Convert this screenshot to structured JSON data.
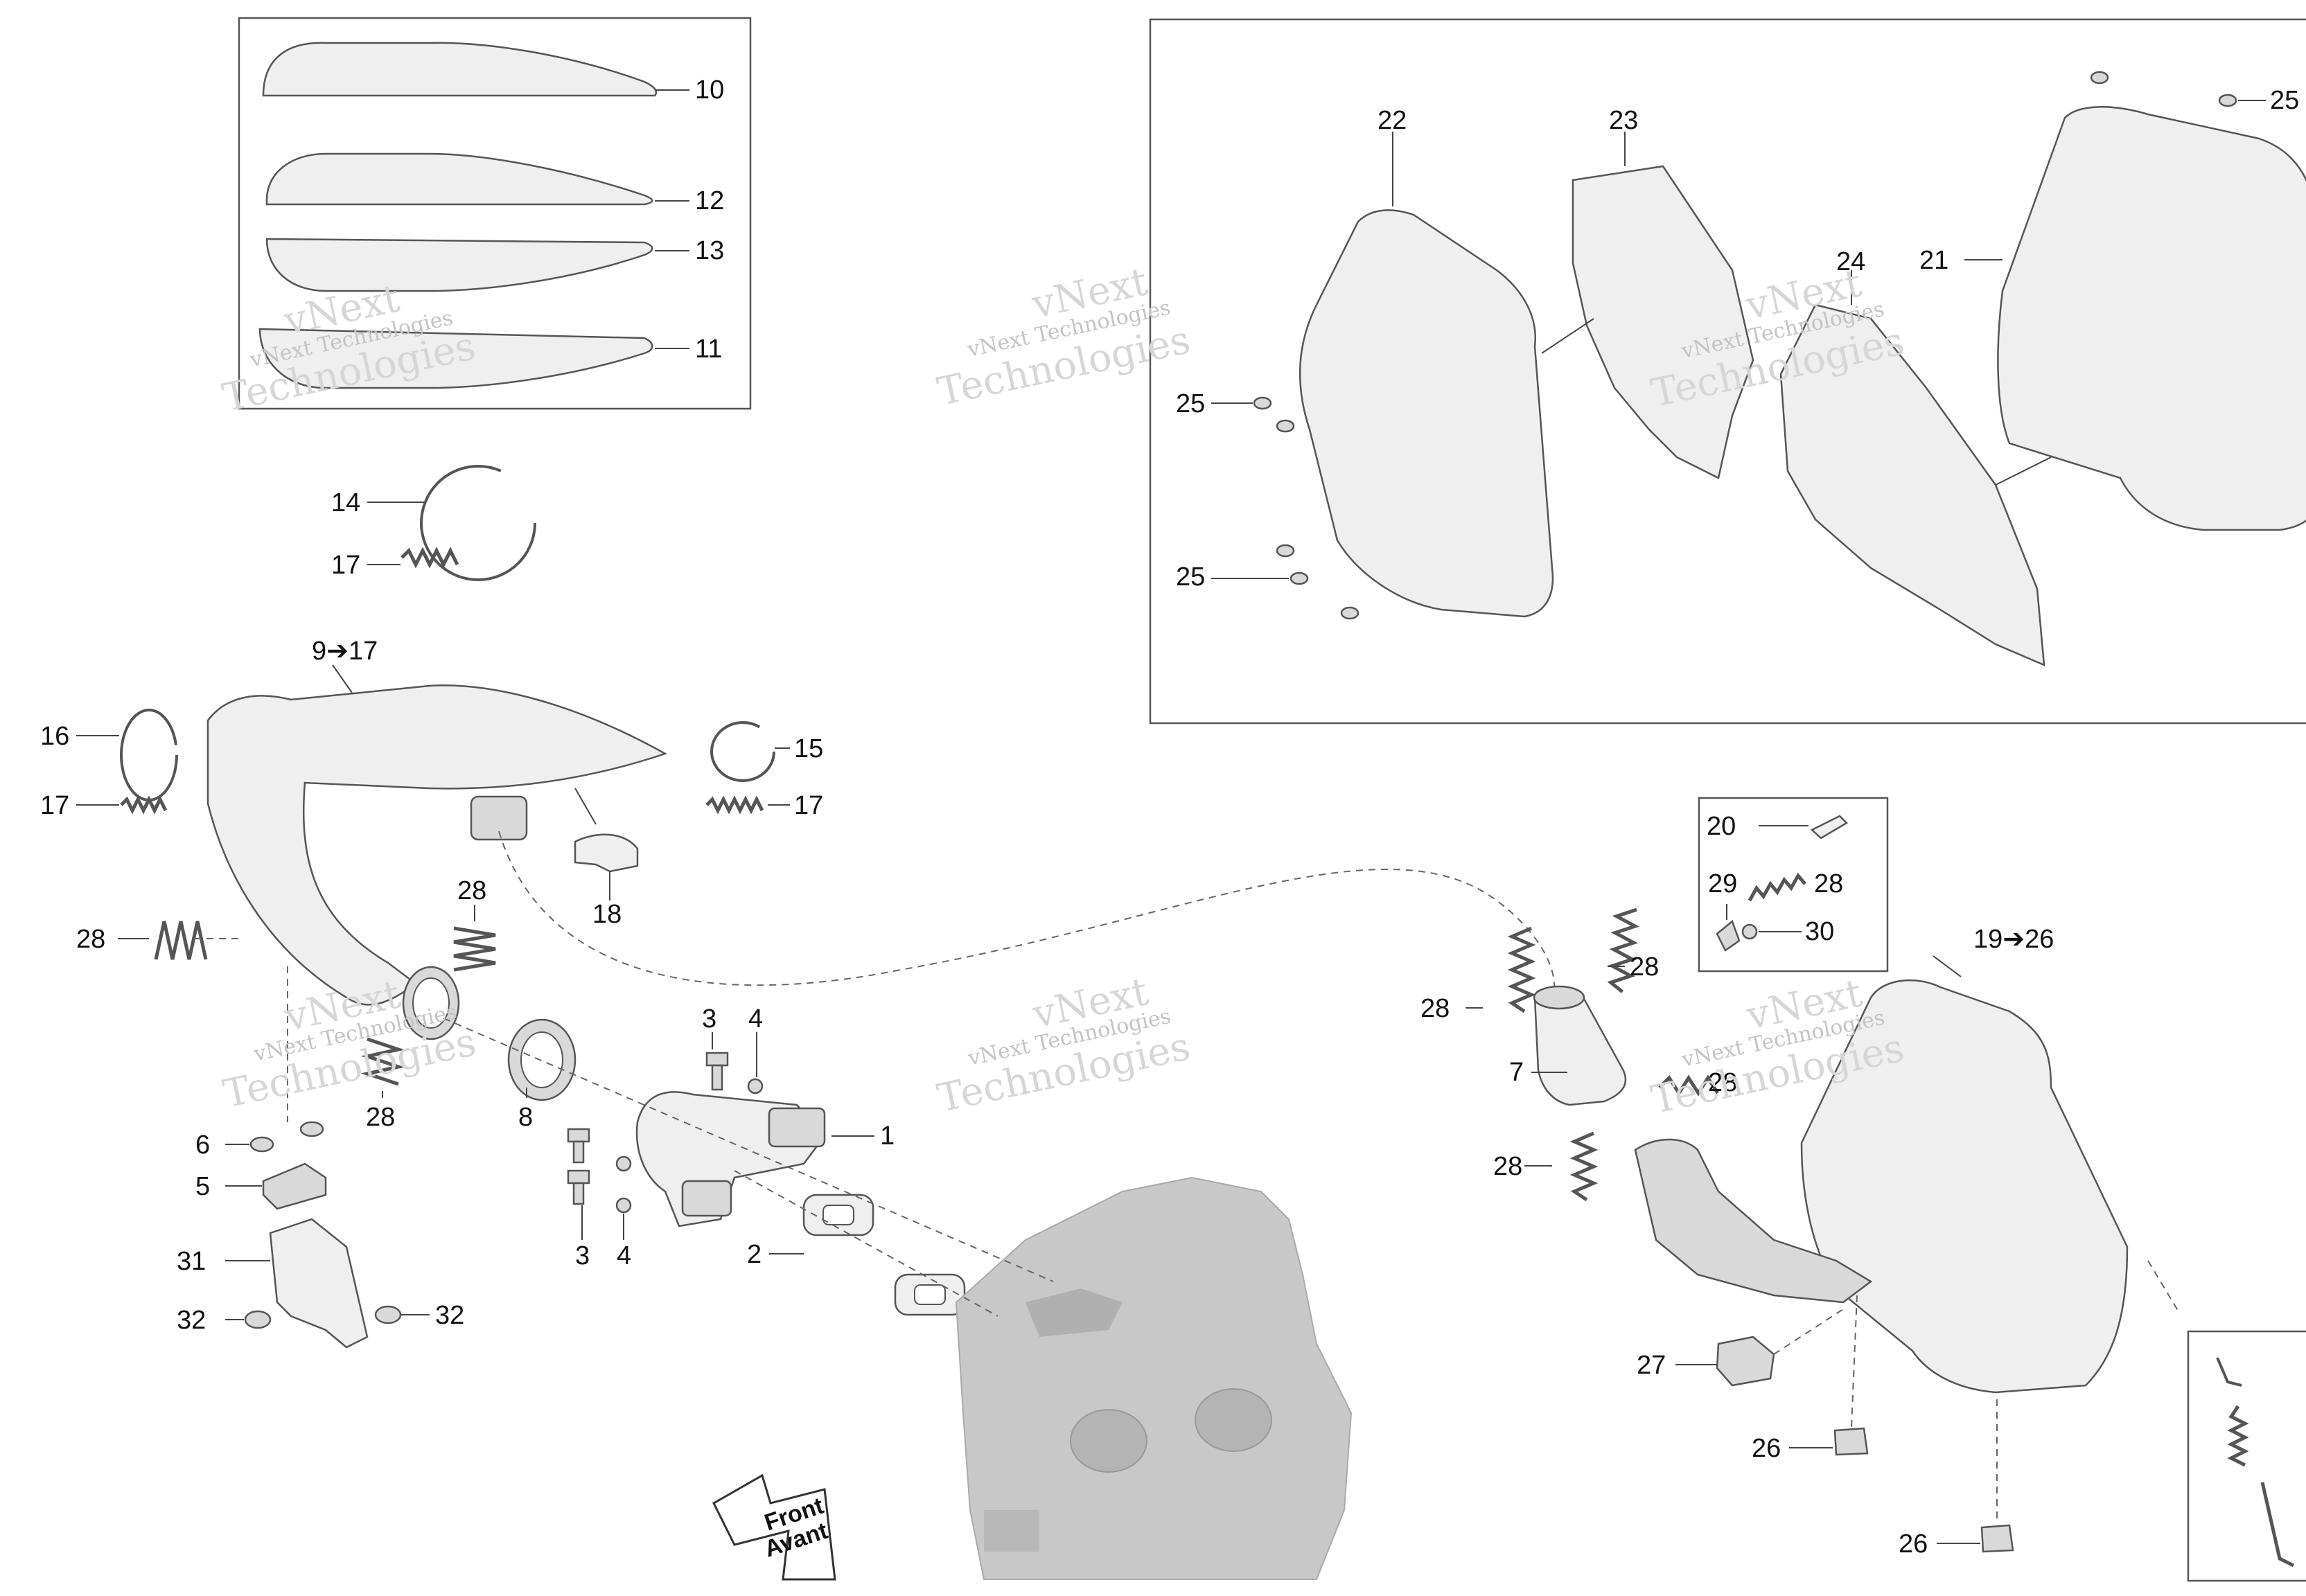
{
  "watermark": {
    "line1": "vNext",
    "line2": "vNext Technologies",
    "line3": "Technologies"
  },
  "front_arrow": {
    "line1": "Front",
    "line2": "Avant"
  },
  "callouts": {
    "c10": "10",
    "c12": "12",
    "c13": "13",
    "c11": "11",
    "c14": "14",
    "c17a": "17",
    "c9": "9➔17",
    "c16": "16",
    "c17b": "17",
    "c15": "15",
    "c17c": "17",
    "c18": "18",
    "c28a": "28",
    "c28b": "28",
    "c28c": "28",
    "c3a": "3",
    "c4a": "4",
    "c1": "1",
    "c8": "8",
    "c6": "6",
    "c5": "5",
    "c31": "31",
    "c32a": "32",
    "c32b": "32",
    "c3b": "3",
    "c4b": "4",
    "c2": "2",
    "c22": "22",
    "c23": "23",
    "c24": "24",
    "c21": "21",
    "c25a": "25",
    "c25b": "25",
    "c25c": "25",
    "c20": "20",
    "c29": "29",
    "c28d": "28",
    "c30": "30",
    "c28e": "28",
    "c28f": "28",
    "c7": "7",
    "c28g": "28",
    "c28h": "28",
    "c19": "19➔26",
    "c27": "27",
    "c26a": "26",
    "c26b": "26"
  }
}
